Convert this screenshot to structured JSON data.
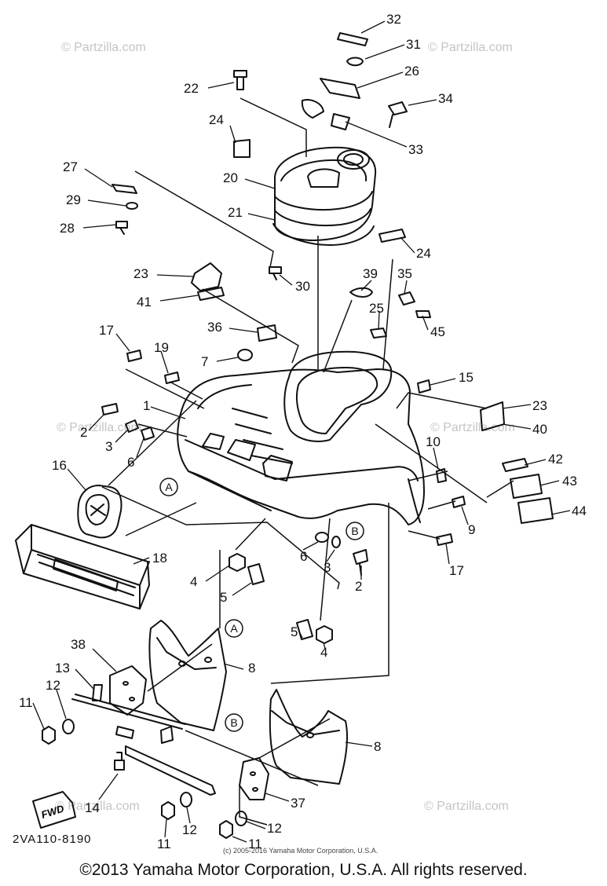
{
  "watermarks": [
    "© Partzilla.com",
    "© Partzilla.com",
    "© Partzilla.com",
    "© Partzilla.com",
    "© Partzilla.com",
    "© Partzilla.com"
  ],
  "diagram_code": "2VA110-8190",
  "small_copyright": "(c) 2005-2016 Yamaha Motor Corporation, U.S.A.",
  "footer_copyright": "©2013 Yamaha Motor Corporation, U.S.A. All rights reserved.",
  "fwd_label": "FWD",
  "callouts": {
    "c32": "32",
    "c31": "31",
    "c26": "26",
    "c22": "22",
    "c34": "34",
    "c24a": "24",
    "c33": "33",
    "c27": "27",
    "c20": "20",
    "c29": "29",
    "c21": "21",
    "c28": "28",
    "c24b": "24",
    "c23a": "23",
    "c30": "30",
    "c39": "39",
    "c35": "35",
    "c41": "41",
    "c25": "25",
    "c45": "45",
    "c17a": "17",
    "c36": "36",
    "c19": "19",
    "c7": "7",
    "c15": "15",
    "c1": "1",
    "c23b": "23",
    "c2a": "2",
    "c3a": "3",
    "c40": "40",
    "c6a": "6",
    "c10": "10",
    "c42": "42",
    "c43": "43",
    "c16": "16",
    "c9": "9",
    "c44": "44",
    "c17b": "17",
    "c6b": "6",
    "c3b": "3",
    "c18": "18",
    "c2b": "2",
    "c4a": "4",
    "c5a": "5",
    "c5b": "5",
    "c4b": "4",
    "c38": "38",
    "c8a": "8",
    "c13": "13",
    "c12a": "12",
    "c11a": "11",
    "c8b": "8",
    "c14": "14",
    "c37": "37",
    "c11b": "11",
    "c12b": "12",
    "c12c": "12",
    "c11c": "11"
  },
  "ref_markers": {
    "ra1": "A",
    "rb1": "B",
    "ra2": "A",
    "rb2": "B"
  }
}
